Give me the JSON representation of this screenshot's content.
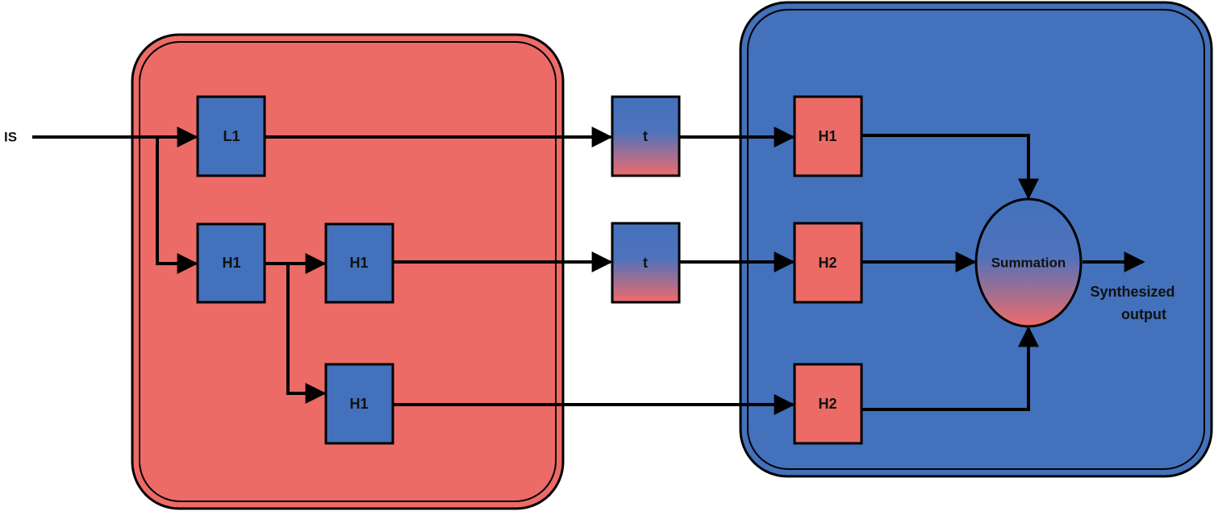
{
  "input_label": "IS",
  "analysis_bank": {
    "fill": "#ec6b66",
    "blocks": [
      {
        "id": "a-l1",
        "label": "L1"
      },
      {
        "id": "a-h1-first",
        "label": "H1"
      },
      {
        "id": "a-h1-upper",
        "label": "H1"
      },
      {
        "id": "a-h1-lower",
        "label": "H1"
      }
    ]
  },
  "threshold_blocks": [
    {
      "id": "t-upper",
      "label": "t"
    },
    {
      "id": "t-middle",
      "label": "t"
    }
  ],
  "synthesis_bank": {
    "fill": "#4371bb",
    "blocks": [
      {
        "id": "s-h1",
        "label": "H1"
      },
      {
        "id": "s-h2-upper",
        "label": "H2"
      },
      {
        "id": "s-h2-lower",
        "label": "H2"
      }
    ]
  },
  "summation_label": "Summation",
  "output_label": [
    "Synthesized",
    "output"
  ],
  "colors": {
    "red": "#ec6b66",
    "blue": "#4371bb",
    "wire": "#000000"
  }
}
